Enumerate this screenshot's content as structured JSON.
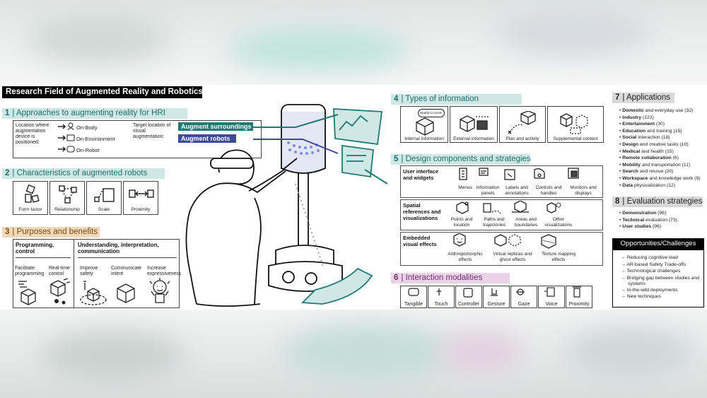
{
  "title": "Research Field of Augmented Reality and Robotics",
  "colors": {
    "teal": "#1e6e6a",
    "teal_bg": "#cfe8e5",
    "navy": "#3b4a9a",
    "grey_bg": "#d9d9d9"
  },
  "s1": {
    "num": "1",
    "title": "Approaches to augmenting reality for HRI",
    "loc_label": "Location where augmentation device is positioned:",
    "options": [
      "On-Body",
      "On-Environment",
      "On-Robot"
    ],
    "target_label": "Target location of visual augmentation:",
    "tag1": "Augment surroundings",
    "tag2": "Augment robots"
  },
  "s2": {
    "num": "2",
    "title": "Characteristics of augmented robots",
    "items": [
      "Form factor",
      "Relationship",
      "Scale",
      "Proximity"
    ]
  },
  "s3": {
    "num": "3",
    "title": "Purposes and benefits",
    "g1": "Programming, control",
    "g1_items": [
      "Facilitate programming",
      "Real-time control"
    ],
    "g2": "Understanding, interpretation, communication",
    "g2_items": [
      "Improve safety",
      "Communicate intent",
      "Increase expressiveness"
    ]
  },
  "s4": {
    "num": "4",
    "title": "Types of information",
    "items": [
      "Internal information",
      "External information",
      "Plan and activity",
      "Supplemental content"
    ],
    "bubble": "Ready to move!"
  },
  "s5": {
    "num": "5",
    "title": "Design components and strategies",
    "r1": "User interface and widgets",
    "r1_items": [
      "Menus",
      "Information panels",
      "Labels and annotations",
      "Controls and handles",
      "Monitors and displays"
    ],
    "r2": "Spatial references and visualizations",
    "r2_items": [
      "Points and location",
      "Paths and trajectories",
      "Areas and boundaries",
      "Other visualizations"
    ],
    "r3": "Embedded visual effects",
    "r3_items": [
      "Anthropomorphic effects",
      "Virtual replicas and ghost effects",
      "Texture mapping effects"
    ]
  },
  "s6": {
    "num": "6",
    "title": "Interaction modalities",
    "items": [
      "Tangible",
      "Touch",
      "Controller",
      "Gesture",
      "Gaze",
      "Voice",
      "Proximity"
    ]
  },
  "s7": {
    "num": "7",
    "title": "Applications",
    "items": [
      {
        "b": "Domestic",
        "t": " and everyday use (32)"
      },
      {
        "b": "Industry",
        "t": " (122)"
      },
      {
        "b": "Entertainment",
        "t": " (30)"
      },
      {
        "b": "Education",
        "t": " and training (15)"
      },
      {
        "b": "Social",
        "t": " interaction (18)"
      },
      {
        "b": "Design",
        "t": " and creative tasks (10)"
      },
      {
        "b": "Medical",
        "t": " and health (15)"
      },
      {
        "b": "Remote collaboration",
        "t": " (6)"
      },
      {
        "b": "Mobility",
        "t": " and transportation (11)"
      },
      {
        "b": "Search",
        "t": " and rescue (20)"
      },
      {
        "b": "Workspace",
        "t": " and knowledge work (9)"
      },
      {
        "b": "Data",
        "t": " physicalization (12)"
      }
    ]
  },
  "s8": {
    "num": "8",
    "title": "Evaluation strategies",
    "items": [
      {
        "b": "Demonstration",
        "t": " (96)"
      },
      {
        "b": "Technical",
        "t": " evaluation (73)"
      },
      {
        "b": "User studies",
        "t": " (96)"
      }
    ]
  },
  "opp": {
    "title": "Opportunities/Challenges",
    "items": [
      "Reducing cognitive load",
      "AR-based Safety Trade-offs",
      "Technological challenges",
      "Bridging gap between studies and systems",
      "In-the-wild deployments",
      "New techniques"
    ]
  }
}
